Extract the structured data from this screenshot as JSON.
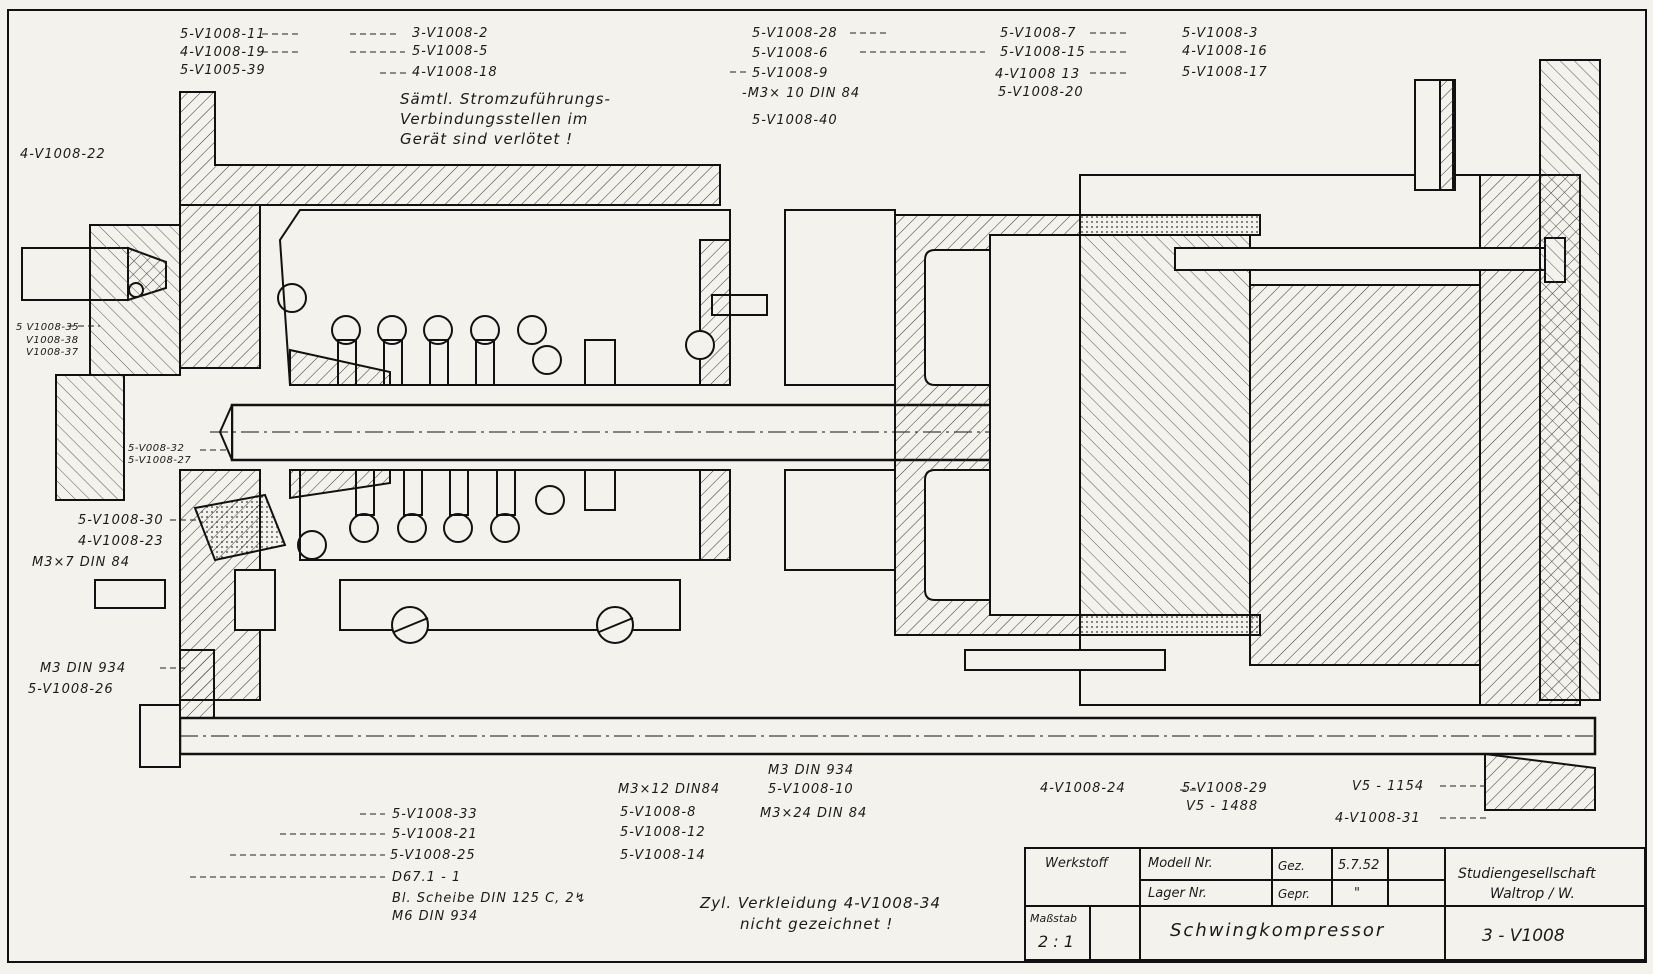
{
  "labels": {
    "tl": [
      "5-V1008-11",
      "4-V1008-19",
      "5-V1005-39"
    ],
    "tc": [
      "3-V1008-2",
      "5-V1008-5",
      "4-V1008-18"
    ],
    "note": [
      "Sämtl. Stromzuführungs-",
      "Verbindungsstellen im",
      "Gerät sind verlötet !"
    ],
    "tm": [
      "5-V1008-28",
      "5-V1008-6",
      "5-V1008-9",
      "-M3× 10 DIN 84",
      "5-V1008-40"
    ],
    "tr1": [
      "5-V1008-7",
      "5-V1008-15",
      "4-V1008 13",
      "5-V1008-20"
    ],
    "tr2": [
      "5-V1008-3",
      "4-V1008-16",
      "5-V1008-17"
    ],
    "l22": "4-V1008-22",
    "lsmall": [
      "5 V1008-35",
      "V1008-38",
      "V1008-37"
    ],
    "lmid": [
      "5-V008-32",
      "5-V1008-27"
    ],
    "ll": [
      "5-V1008-30",
      "4-V1008-23",
      "M3×7 DIN 84"
    ],
    "lbot": [
      "M3 DIN 934",
      "5-V1008-26"
    ],
    "bl": [
      "5-V1008-33",
      "5-V1008-21",
      "5-V1008-25",
      "D67.1 - 1",
      "Bl. Scheibe DIN 125 C, 2↯",
      "M6 DIN 934"
    ],
    "bc": [
      "M3×12 DIN84",
      "5-V1008-8",
      "5-V1008-12",
      "5-V1008-14"
    ],
    "bc2": [
      "M3 DIN 934",
      "5-V1008-10",
      "M3×24 DIN 84"
    ],
    "zyl": [
      "Zyl. Verkleidung 4-V1008-34",
      "nicht gezeichnet !"
    ],
    "br": [
      "4-V1008-24",
      "5-V1008-29",
      "V5 - 1488"
    ],
    "brr": [
      "V5 - 1154",
      "4-V1008-31"
    ]
  },
  "title_block": {
    "werkstoff": "Werkstoff",
    "modell": "Modell Nr.",
    "lager": "Lager Nr.",
    "gez": "Gez.",
    "gepr": "Gepr.",
    "date": "5.7.52",
    "ditto": "\"",
    "massstab_label": "Maßstab",
    "massstab": "2 : 1",
    "title": "Schwingkompressor",
    "company1": "Studiengesellschaft",
    "company2": "Waltrop / W.",
    "drawing_no": "3 - V1008"
  },
  "colors": {
    "paper": "#f4f2ec",
    "ink": "#1a1a1a"
  }
}
